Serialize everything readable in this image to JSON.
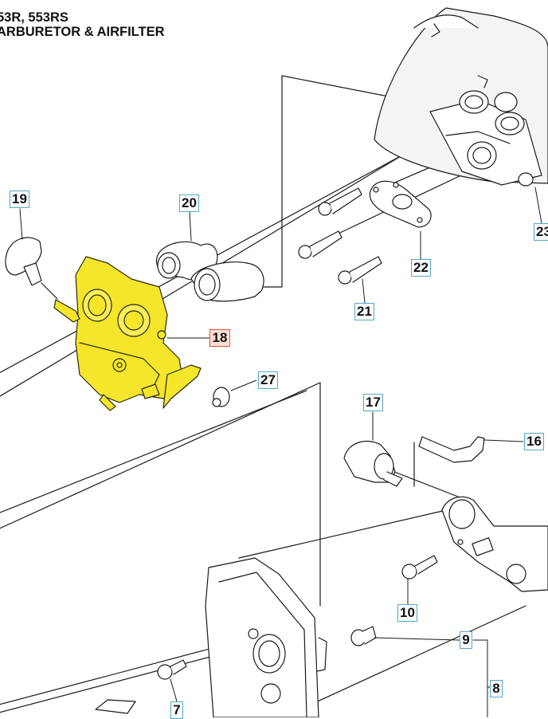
{
  "header": {
    "model_line": "53R, 553RS",
    "section_title": "ARBURETOR & AIRFILTER"
  },
  "callouts": {
    "c19": "19",
    "c20": "20",
    "c18": "18",
    "c27": "27",
    "c17": "17",
    "c16": "16",
    "c10": "10",
    "c9": "9",
    "c8": "8",
    "c7": "7",
    "c21": "21",
    "c22": "22",
    "c23": "23"
  },
  "colors": {
    "highlight": "#f5e52b",
    "callout_border": "#52a9c9",
    "selected_border": "#e0573b",
    "selected_fill": "#fbdfd6"
  }
}
